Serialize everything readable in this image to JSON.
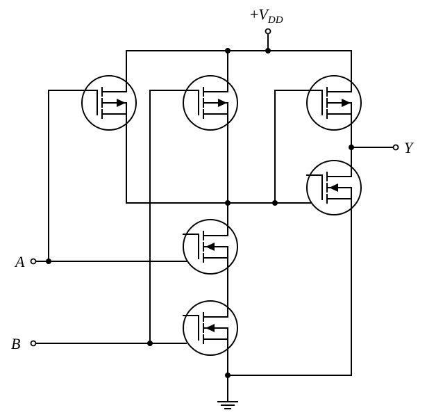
{
  "labels": {
    "vdd_prefix": "+",
    "vdd_main": "V",
    "vdd_sub": "DD",
    "input_a": "A",
    "input_b": "B",
    "output_y": "Y"
  },
  "colors": {
    "stroke": "#000000",
    "background": "#ffffff"
  },
  "icons": {
    "ground": "ground-icon"
  }
}
